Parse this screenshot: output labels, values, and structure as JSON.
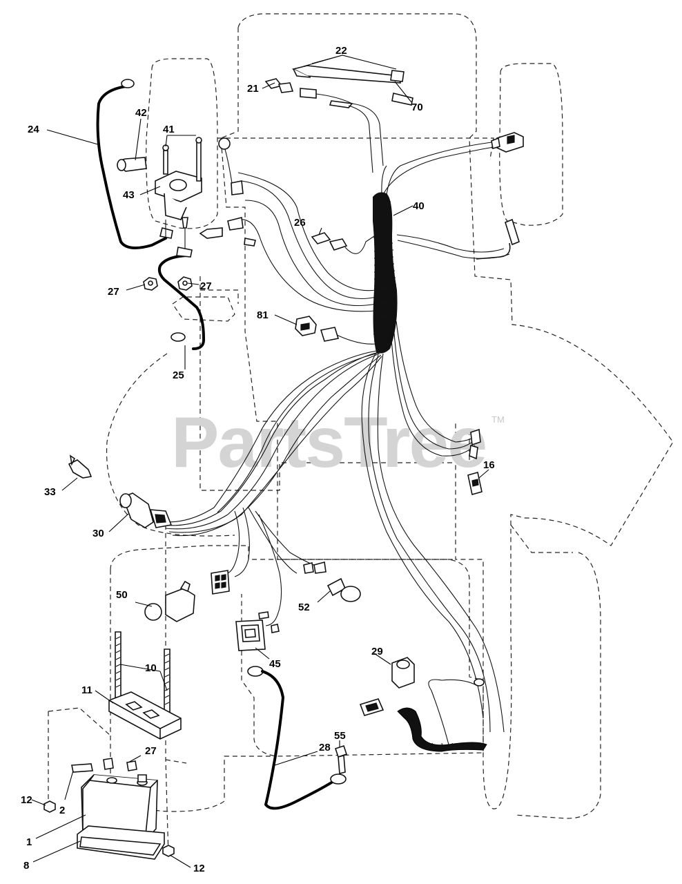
{
  "watermark": {
    "text": "PartsTree",
    "trademark": "TM"
  },
  "callouts": {
    "c1": "1",
    "c2": "2",
    "c8": "8",
    "c10": "10",
    "c11": "11",
    "c12a": "12",
    "c12b": "12",
    "c16": "16",
    "c21": "21",
    "c22": "22",
    "c24": "24",
    "c25": "25",
    "c26": "26",
    "c27a": "27",
    "c27b": "27",
    "c27c": "27",
    "c28": "28",
    "c29": "29",
    "c30": "30",
    "c33": "33",
    "c40": "40",
    "c41": "41",
    "c42": "42",
    "c43": "43",
    "c45": "45",
    "c50": "50",
    "c52": "52",
    "c55": "55",
    "c70": "70",
    "c81": "81"
  },
  "colors": {
    "line": "#000000",
    "background": "#ffffff",
    "watermark": "#d4d4d4"
  }
}
